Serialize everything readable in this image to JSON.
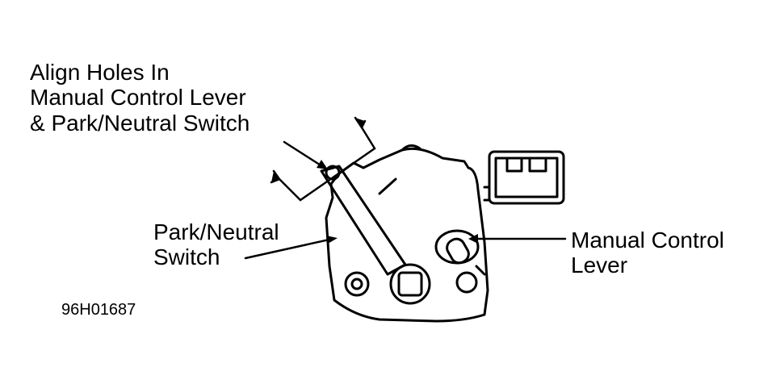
{
  "labels": {
    "align_holes": [
      "Align Holes In",
      "Manual Control Lever",
      "& Park/Neutral Switch"
    ],
    "park_neutral_switch": [
      "Park/Neutral",
      "Switch"
    ],
    "manual_control_lever": [
      "Manual Control",
      "Lever"
    ],
    "figure_code": "96H01687"
  },
  "colors": {
    "ink": "#000000",
    "paper": "#ffffff"
  }
}
